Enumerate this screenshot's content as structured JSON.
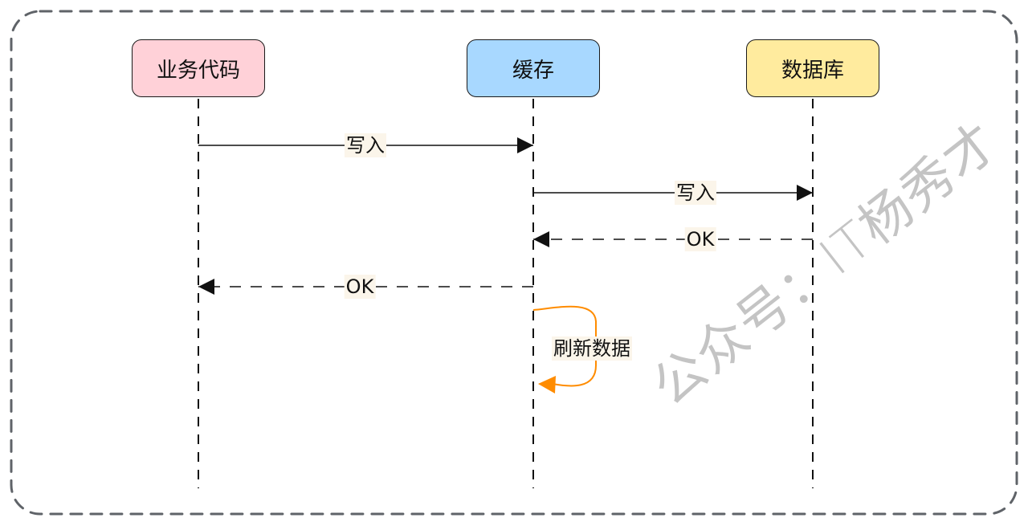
{
  "actors": [
    {
      "id": "code",
      "label": "业务代码",
      "color": "#ffd1d8"
    },
    {
      "id": "cache",
      "label": "缓存",
      "color": "#a8d8ff"
    },
    {
      "id": "db",
      "label": "数据库",
      "color": "#ffeb9e"
    }
  ],
  "messages": [
    {
      "from": "code",
      "to": "cache",
      "label": "写入",
      "style": "solid"
    },
    {
      "from": "cache",
      "to": "db",
      "label": "写入",
      "style": "solid"
    },
    {
      "from": "db",
      "to": "cache",
      "label": "OK",
      "style": "dashed"
    },
    {
      "from": "cache",
      "to": "code",
      "label": "OK",
      "style": "dashed"
    },
    {
      "from": "cache",
      "to": "cache",
      "label": "刷新数据",
      "style": "self",
      "color": "#ff8c00"
    }
  ],
  "watermark": "公众号：IT杨秀才",
  "colors": {
    "frame": "#5f6368",
    "line": "#111111",
    "label_bg": "#fbf5ea"
  }
}
